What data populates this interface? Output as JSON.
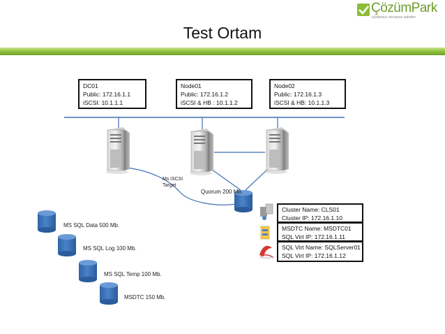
{
  "logo": {
    "name": "ÇözümPark",
    "tagline": "çözümsüz sorunsuz sahiden"
  },
  "title": "Test Ortam",
  "servers": [
    {
      "name": "DC01",
      "line1": "Public:  172.16.1.1",
      "line2": "iSCSI:  10.1.1.1"
    },
    {
      "name": "Node01",
      "line1": "Public:  172.16.1.2",
      "line2": "iSCSI & HB :  10.1.1.2"
    },
    {
      "name": "Node02",
      "line1": "Public:  172.16.1.3",
      "line2": "iSCSI & HB:  10.1.1.3"
    }
  ],
  "target_label": [
    "Ms iSCSI",
    "Target"
  ],
  "quorum_label": "Quorum 200 Mb.",
  "cluster": {
    "cluster_name": "Cluster Name:  CLS01",
    "cluster_ip": "Cluster IP:  172.16.1.10",
    "msdtc_name": "MSDTC Name: MSDTC01",
    "msdtc_ip": "SQL Virt  IP: 172.16.1.11",
    "sql_name": "SQL Virt Name: SQLServer01",
    "sql_ip": "SQL Virt  IP: 172.16.1.12"
  },
  "disks": [
    {
      "label": "MS SQL Data 500 Mb."
    },
    {
      "label": "MS SQL Log 100 Mb."
    },
    {
      "label": "MS SQL Temp 100 Mb."
    },
    {
      "label": "MSDTC 150 Mb."
    }
  ],
  "colors": {
    "disk": "#3a72b8",
    "disk_top": "#6a9bd6",
    "lines": "#3f6fb2",
    "accent": "#8cbd3a"
  }
}
